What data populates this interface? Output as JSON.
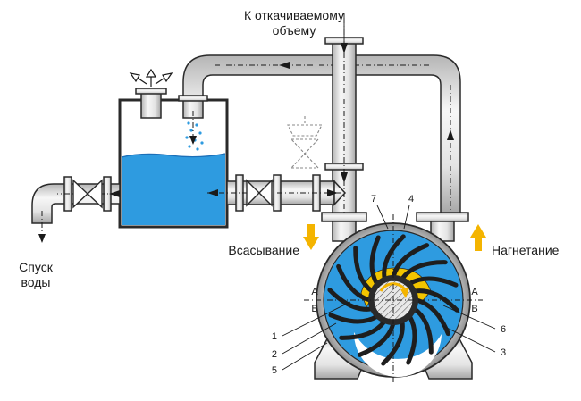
{
  "labels": {
    "to_evacuated_volume_line1": "К откачиваемому",
    "to_evacuated_volume_line2": "объему",
    "suction": "Всасывание",
    "discharge": "Нагнетание",
    "drain_line1": "Спуск",
    "drain_line2": "воды"
  },
  "callouts": [
    "1",
    "2",
    "3",
    "4",
    "5",
    "6",
    "7"
  ],
  "section_marks": {
    "upper": "А",
    "lower": "В"
  },
  "colors": {
    "water": "#2e9be0",
    "water_dark": "#1b6fb8",
    "pipe_light": "#f2f2f2",
    "pipe_dark": "#a9a9a9",
    "rotor_yellow": "#f2c400",
    "flow_arrow_yellow": "#f4b400",
    "stroke": "#2a2a2a"
  },
  "icons": {
    "vent": "vent-arrows-icon",
    "valve": "gate-valve-icon",
    "rotation": "rotation-arrow-icon"
  }
}
